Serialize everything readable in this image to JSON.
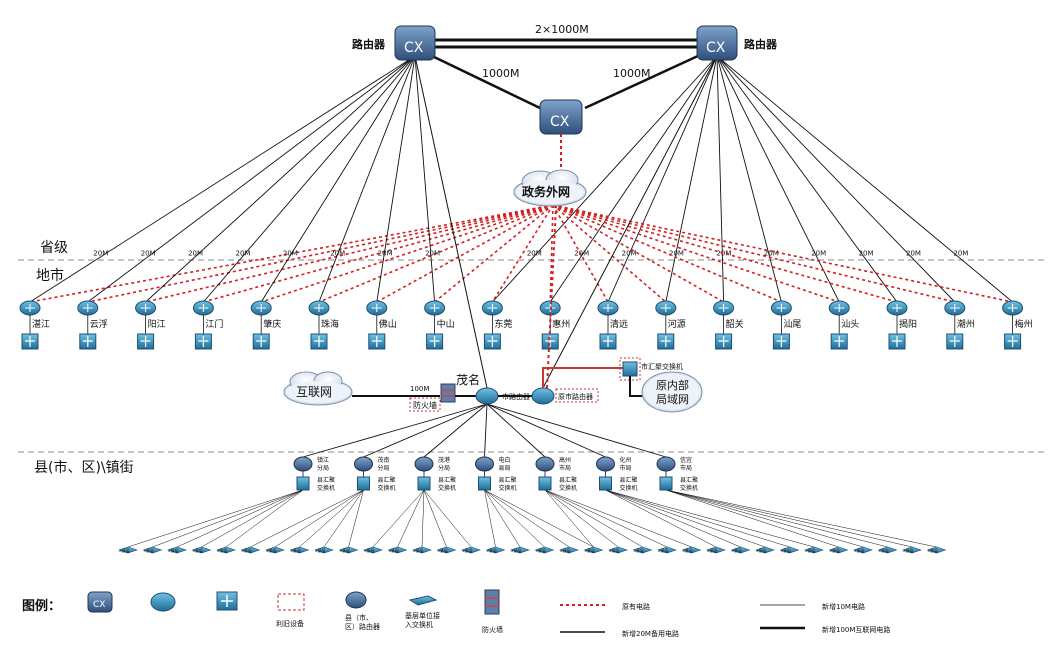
{
  "core": {
    "left_router_label": "路由器",
    "right_router_label": "路由器",
    "core_device_text": "CX",
    "link_top": "2×1000M",
    "link_left": "1000M",
    "link_right": "1000M",
    "gov_cloud_label": "政务外网"
  },
  "levels": {
    "province": "省级",
    "city": "地市",
    "county": "县(市、区)\\镇街"
  },
  "link_speed_label": "20M",
  "cities": [
    "湛江",
    "云浮",
    "阳江",
    "江门",
    "肇庆",
    "珠海",
    "佛山",
    "中山",
    "东莞",
    "惠州",
    "清远",
    "河源",
    "韶关",
    "汕尾",
    "汕头",
    "揭阳",
    "潮州",
    "梅州"
  ],
  "maoming": {
    "city_label": "茂名",
    "internet_cloud": "互联网",
    "firewall_label": "防火墙",
    "link_100m": "100M",
    "city_router": "市路由器",
    "old_city_router": "原市路由器",
    "city_switch": "市汇聚交换机",
    "lan_cloud_line1": "原内部",
    "lan_cloud_line2": "局域网"
  },
  "counties": [
    {
      "router": "镇江\n分局",
      "switch": "县汇聚\n交换机"
    },
    {
      "router": "茂南\n分局",
      "switch": "县汇聚\n交换机"
    },
    {
      "router": "茂港\n分局",
      "switch": "县汇聚\n交换机"
    },
    {
      "router": "电白\n县局",
      "switch": "县汇聚\n交换机"
    },
    {
      "router": "高州\n市局",
      "switch": "县汇聚\n交换机"
    },
    {
      "router": "化州\n市局",
      "switch": "县汇聚\n交换机"
    },
    {
      "router": "信宜\n市局",
      "switch": "县汇聚\n交换机"
    }
  ],
  "access_switch_label": "x基层",
  "legend": {
    "title": "图例：",
    "reuse_device": "利旧设备",
    "county_router": "县（市、\n区）路由器",
    "access_switch": "基层单位接\n入交换机",
    "firewall": "防火墙",
    "existing_circuit": "原有电路",
    "new_20m_backup": "新增20M备用电路",
    "new_10m": "新增10M电路",
    "new_100m_internet": "新增100M互联网电路"
  },
  "colors": {
    "device_fill": "#3d5f8a",
    "device_light": "#6f93bf",
    "switch_fill": "#3a8fb5",
    "red_circuit": "#d42020",
    "line": "#111111"
  }
}
